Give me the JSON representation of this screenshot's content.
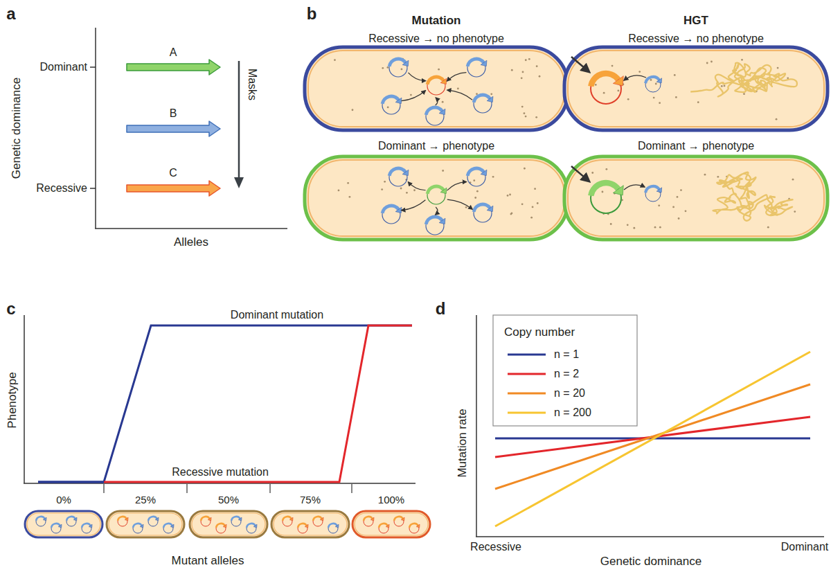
{
  "diagram": {
    "labels": [
      "a",
      "Genetic dominance",
      "Dominant",
      "Recessive",
      "A",
      "B",
      "C",
      "Masks",
      "Alleles",
      "b",
      "Mutation",
      "HGT",
      "Recessive → no phenotype",
      "Recessive → no phenotype",
      "Dominant → phenotype",
      "Dominant → phenotype",
      "c",
      "Phenotype",
      "Dominant mutation",
      "Recessive mutation",
      "0%",
      "25%",
      "50%",
      "75%",
      "100%",
      "Mutant alleles",
      "d",
      "Copy number",
      "Mutation rate",
      "Recessive",
      "Dominant",
      "Genetic dominance"
    ],
    "legend": [
      {
        "text": "n = 1"
      },
      {
        "text": "n = 2"
      },
      {
        "text": "n = 20"
      },
      {
        "text": "n = 200"
      }
    ]
  }
}
